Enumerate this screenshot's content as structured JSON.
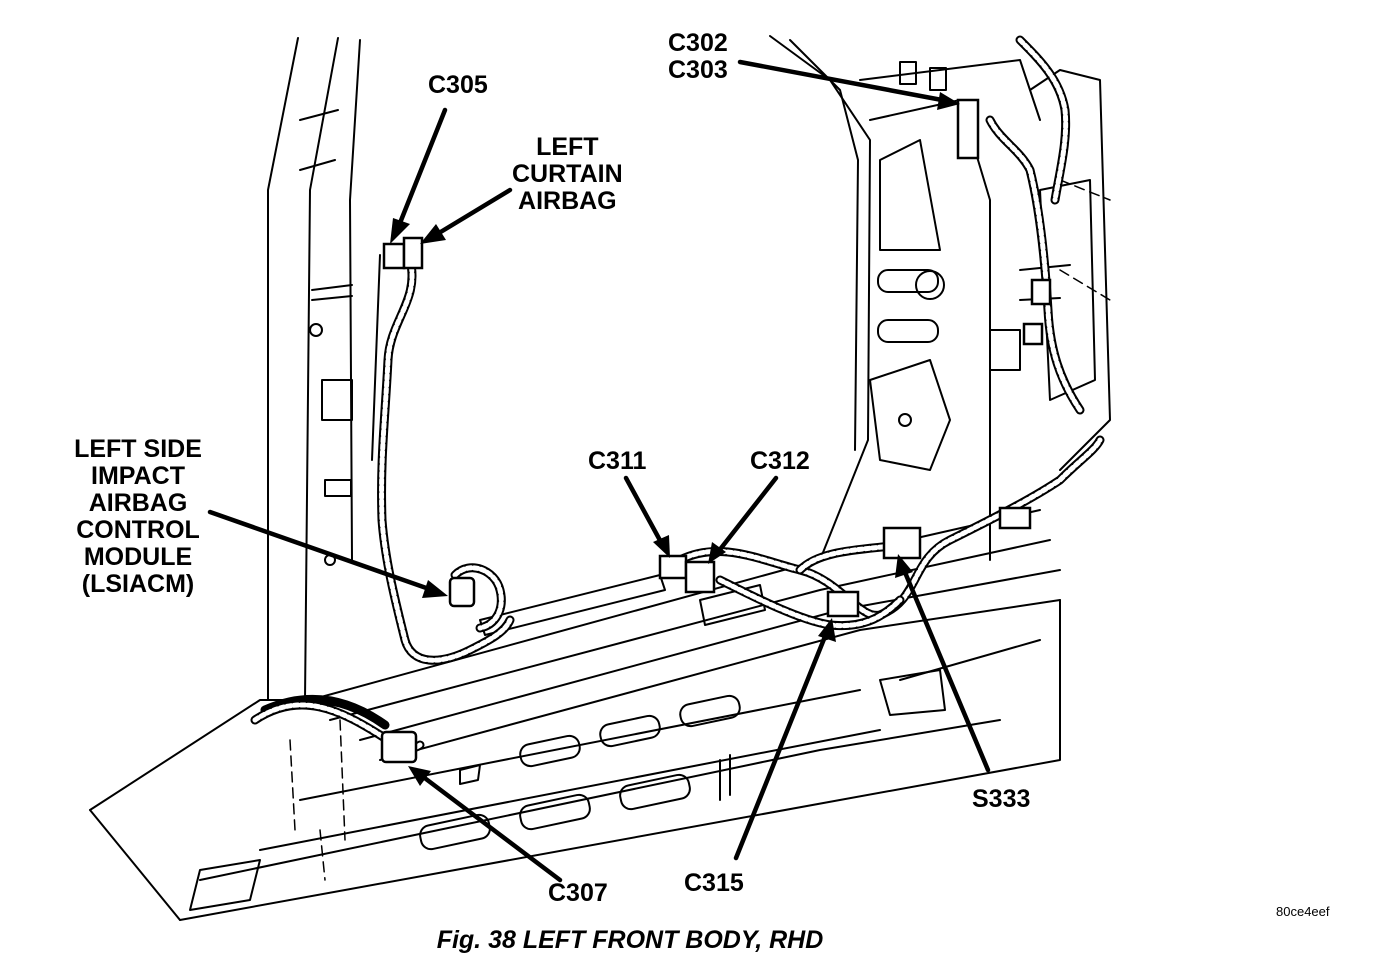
{
  "figure": {
    "caption_number": "Fig. 38",
    "caption_title": "LEFT FRONT BODY, RHD",
    "image_code": "80ce4eef"
  },
  "callouts": {
    "c305": "C305",
    "left_curtain_airbag": [
      "LEFT",
      "CURTAIN",
      "AIRBAG"
    ],
    "c302_c303": [
      "C302",
      "C303"
    ],
    "lsiacm": [
      "LEFT SIDE",
      "IMPACT",
      "AIRBAG",
      "CONTROL",
      "MODULE",
      "(LSIACM)"
    ],
    "c311": "C311",
    "c312": "C312",
    "s333": "S333",
    "c315": "C315",
    "c307": "C307"
  }
}
